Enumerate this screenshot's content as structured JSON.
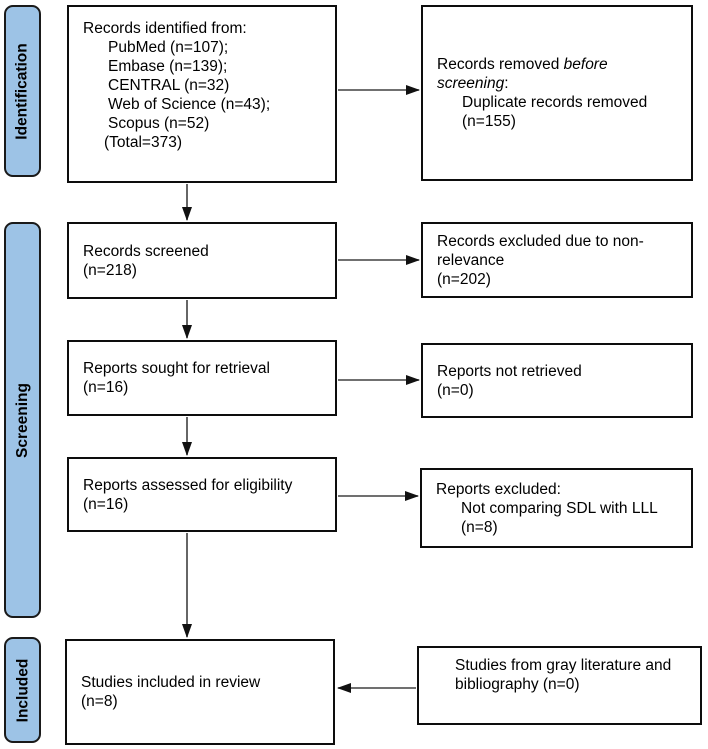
{
  "colors": {
    "stage_fill": "#9DC3E6",
    "box_border": "#0D0D0D",
    "arrow_line": "#404040",
    "arrow_head": "#111111",
    "background": "#FFFFFF"
  },
  "stages": [
    {
      "label": "Identification"
    },
    {
      "label": "Screening"
    },
    {
      "label": "Included"
    }
  ],
  "boxes": {
    "identified": {
      "title": "Records identified from:",
      "sources": [
        "PubMed (n=107);",
        "Embase (n=139);",
        "CENTRAL (n=32)",
        "Web of Science (n=43);",
        "Scopus (n=52)"
      ],
      "total": "(Total=373)"
    },
    "removed": {
      "lead": "Records removed ",
      "italic_1": "before",
      "italic_2": "screening",
      "colon": ":",
      "details": [
        "Duplicate records removed",
        "(n=155)"
      ]
    },
    "screened": {
      "lines": [
        "Records screened",
        "(n=218)"
      ]
    },
    "excluded_nonrelevance": {
      "lines": [
        "Records excluded due to non-",
        "relevance",
        "(n=202)"
      ]
    },
    "sought": {
      "lines": [
        "Reports sought for retrieval",
        "(n=16)"
      ]
    },
    "not_retrieved": {
      "lines": [
        "Reports not retrieved",
        "(n=0)"
      ]
    },
    "assessed": {
      "lines": [
        "Reports assessed for eligibility",
        "(n=16)"
      ]
    },
    "reports_excluded": {
      "title": "Reports excluded:",
      "details": [
        "Not comparing SDL with LLL",
        "(n=8)"
      ]
    },
    "included_review": {
      "lines": [
        "Studies included in review",
        "(n=8)"
      ]
    },
    "gray_literature": {
      "lines": [
        "Studies from gray literature and",
        "bibliography (n=0)"
      ]
    }
  }
}
